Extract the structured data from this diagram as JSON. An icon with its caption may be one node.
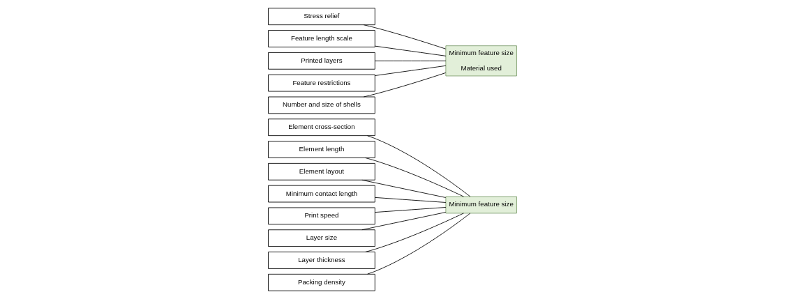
{
  "diagram": {
    "nodes": [
      {
        "text": [
          "Element cross-section"
        ]
      },
      {
        "text": [
          "Element length"
        ]
      },
      {
        "text": [
          "Element layout"
        ]
      },
      {
        "text": [
          "Minimum contact length"
        ]
      },
      {
        "text": [
          "Print speed"
        ]
      },
      {
        "text": [
          "Layer size"
        ]
      },
      {
        "text": [
          "Layer thickness"
        ]
      },
      {
        "text": [
          "Packing density"
        ]
      },
      {
        "text": [
          "Minimum feature size"
        ]
      },
      {
        "text": [
          "Stress relief"
        ]
      },
      {
        "text": [
          "Feature length scale"
        ]
      },
      {
        "text": [
          "Printed layers"
        ]
      },
      {
        "text": [
          "Feature restrictions"
        ]
      },
      {
        "text": [
          "Number and size of shells"
        ]
      },
      {
        "text": [
          "Minimum feature size",
          "Material used"
        ]
      }
    ],
    "edges": [
      {
        "from": 0,
        "to": 8,
        "arrow": "none"
      },
      {
        "from": 1,
        "to": 8,
        "arrow": "none"
      },
      {
        "from": 2,
        "to": 8,
        "arrow": "none"
      },
      {
        "from": 3,
        "to": 8,
        "arrow": "none"
      },
      {
        "from": 4,
        "to": 8,
        "arrow": "none"
      },
      {
        "from": 5,
        "to": 8,
        "arrow": "none"
      },
      {
        "from": 6,
        "to": 8,
        "arrow": "none"
      },
      {
        "from": 7,
        "to": 8,
        "arrow": "none"
      },
      {
        "from": 9,
        "to": 14,
        "arrow": "none"
      },
      {
        "from": 10,
        "to": 14,
        "arrow": "none"
      },
      {
        "from": 11,
        "to": 14,
        "arrow": "none"
      },
      {
        "from": 12,
        "to": 14,
        "arrow": "none"
      },
      {
        "from": 13,
        "to": 14,
        "arrow": "none"
      }
    ]
  }
}
